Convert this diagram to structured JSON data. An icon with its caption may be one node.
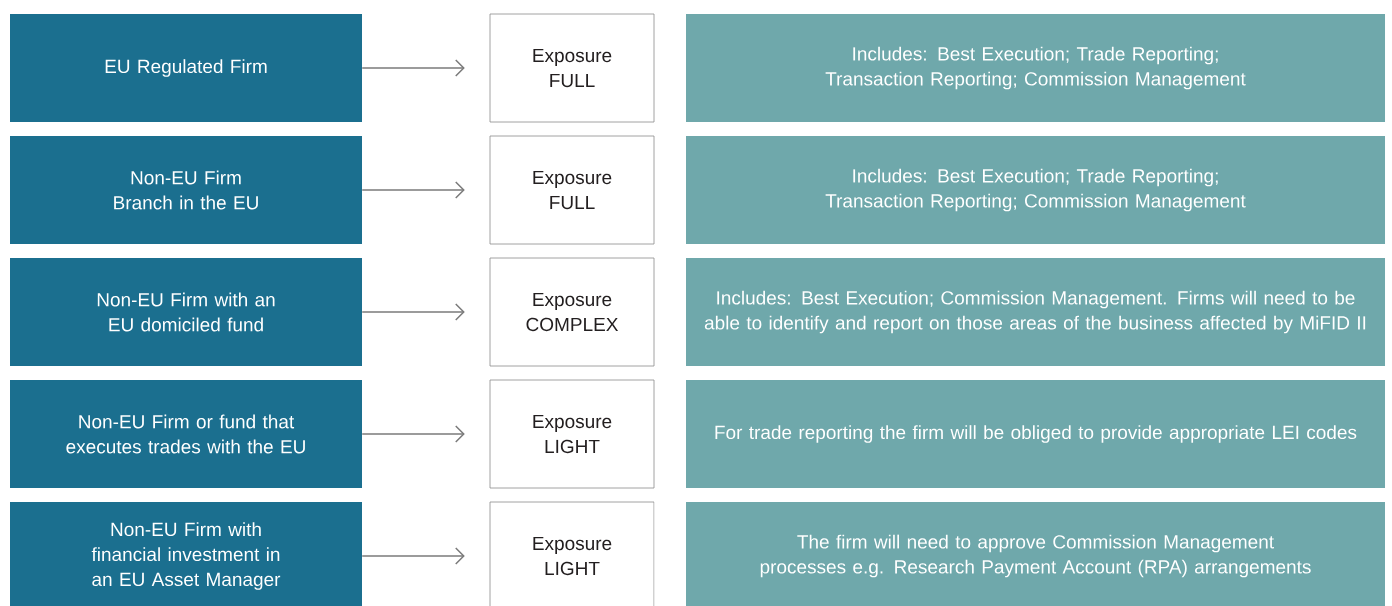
{
  "diagram": {
    "nodes": [
      {
        "text": [
          "EU Regulated Firm"
        ]
      },
      {
        "text": [
          "Exposure",
          "FULL"
        ]
      },
      {
        "text": [
          "Includes: Best Execution; Trade Reporting; Transaction Reporting; Commission Management"
        ]
      },
      {
        "text": [
          "Non-EU Firm Branch in the EU"
        ]
      },
      {
        "text": [
          "Exposure",
          "FULL"
        ]
      },
      {
        "text": [
          "Includes: Best Execution; Trade Reporting; Transaction Reporting; Commission Management"
        ]
      },
      {
        "text": [
          "Non-EU Firm with an EU domiciled fund"
        ]
      },
      {
        "text": [
          "Exposure",
          "COMPLEX"
        ]
      },
      {
        "text": [
          "Includes: Best Execution; Commission Management. Firms will need to be able to identify and report on those areas of the business affected by MiFID II"
        ]
      },
      {
        "text": [
          "Non-EU Firm or fund that executes trades with the EU"
        ]
      },
      {
        "text": [
          "Exposure",
          "LIGHT"
        ]
      },
      {
        "text": [
          "For trade reporting the firm will be obliged to provide appropriate LEI codes"
        ]
      },
      {
        "text": [
          "Non-EU Firm with financial investment in an EU Asset Manager"
        ]
      },
      {
        "text": [
          "Exposure",
          "LIGHT"
        ]
      },
      {
        "text": [
          "The firm will need to approve Commission Management processes e.g. Research Payment Account (RPA) arrangements"
        ]
      }
    ],
    "edges": [
      {
        "from": 0,
        "to": 1,
        "arrow": "to"
      },
      {
        "from": 3,
        "to": 4,
        "arrow": "to"
      },
      {
        "from": 6,
        "to": 7,
        "arrow": "to"
      },
      {
        "from": 9,
        "to": 10,
        "arrow": "to"
      },
      {
        "from": 12,
        "to": 13,
        "arrow": "to"
      }
    ]
  }
}
